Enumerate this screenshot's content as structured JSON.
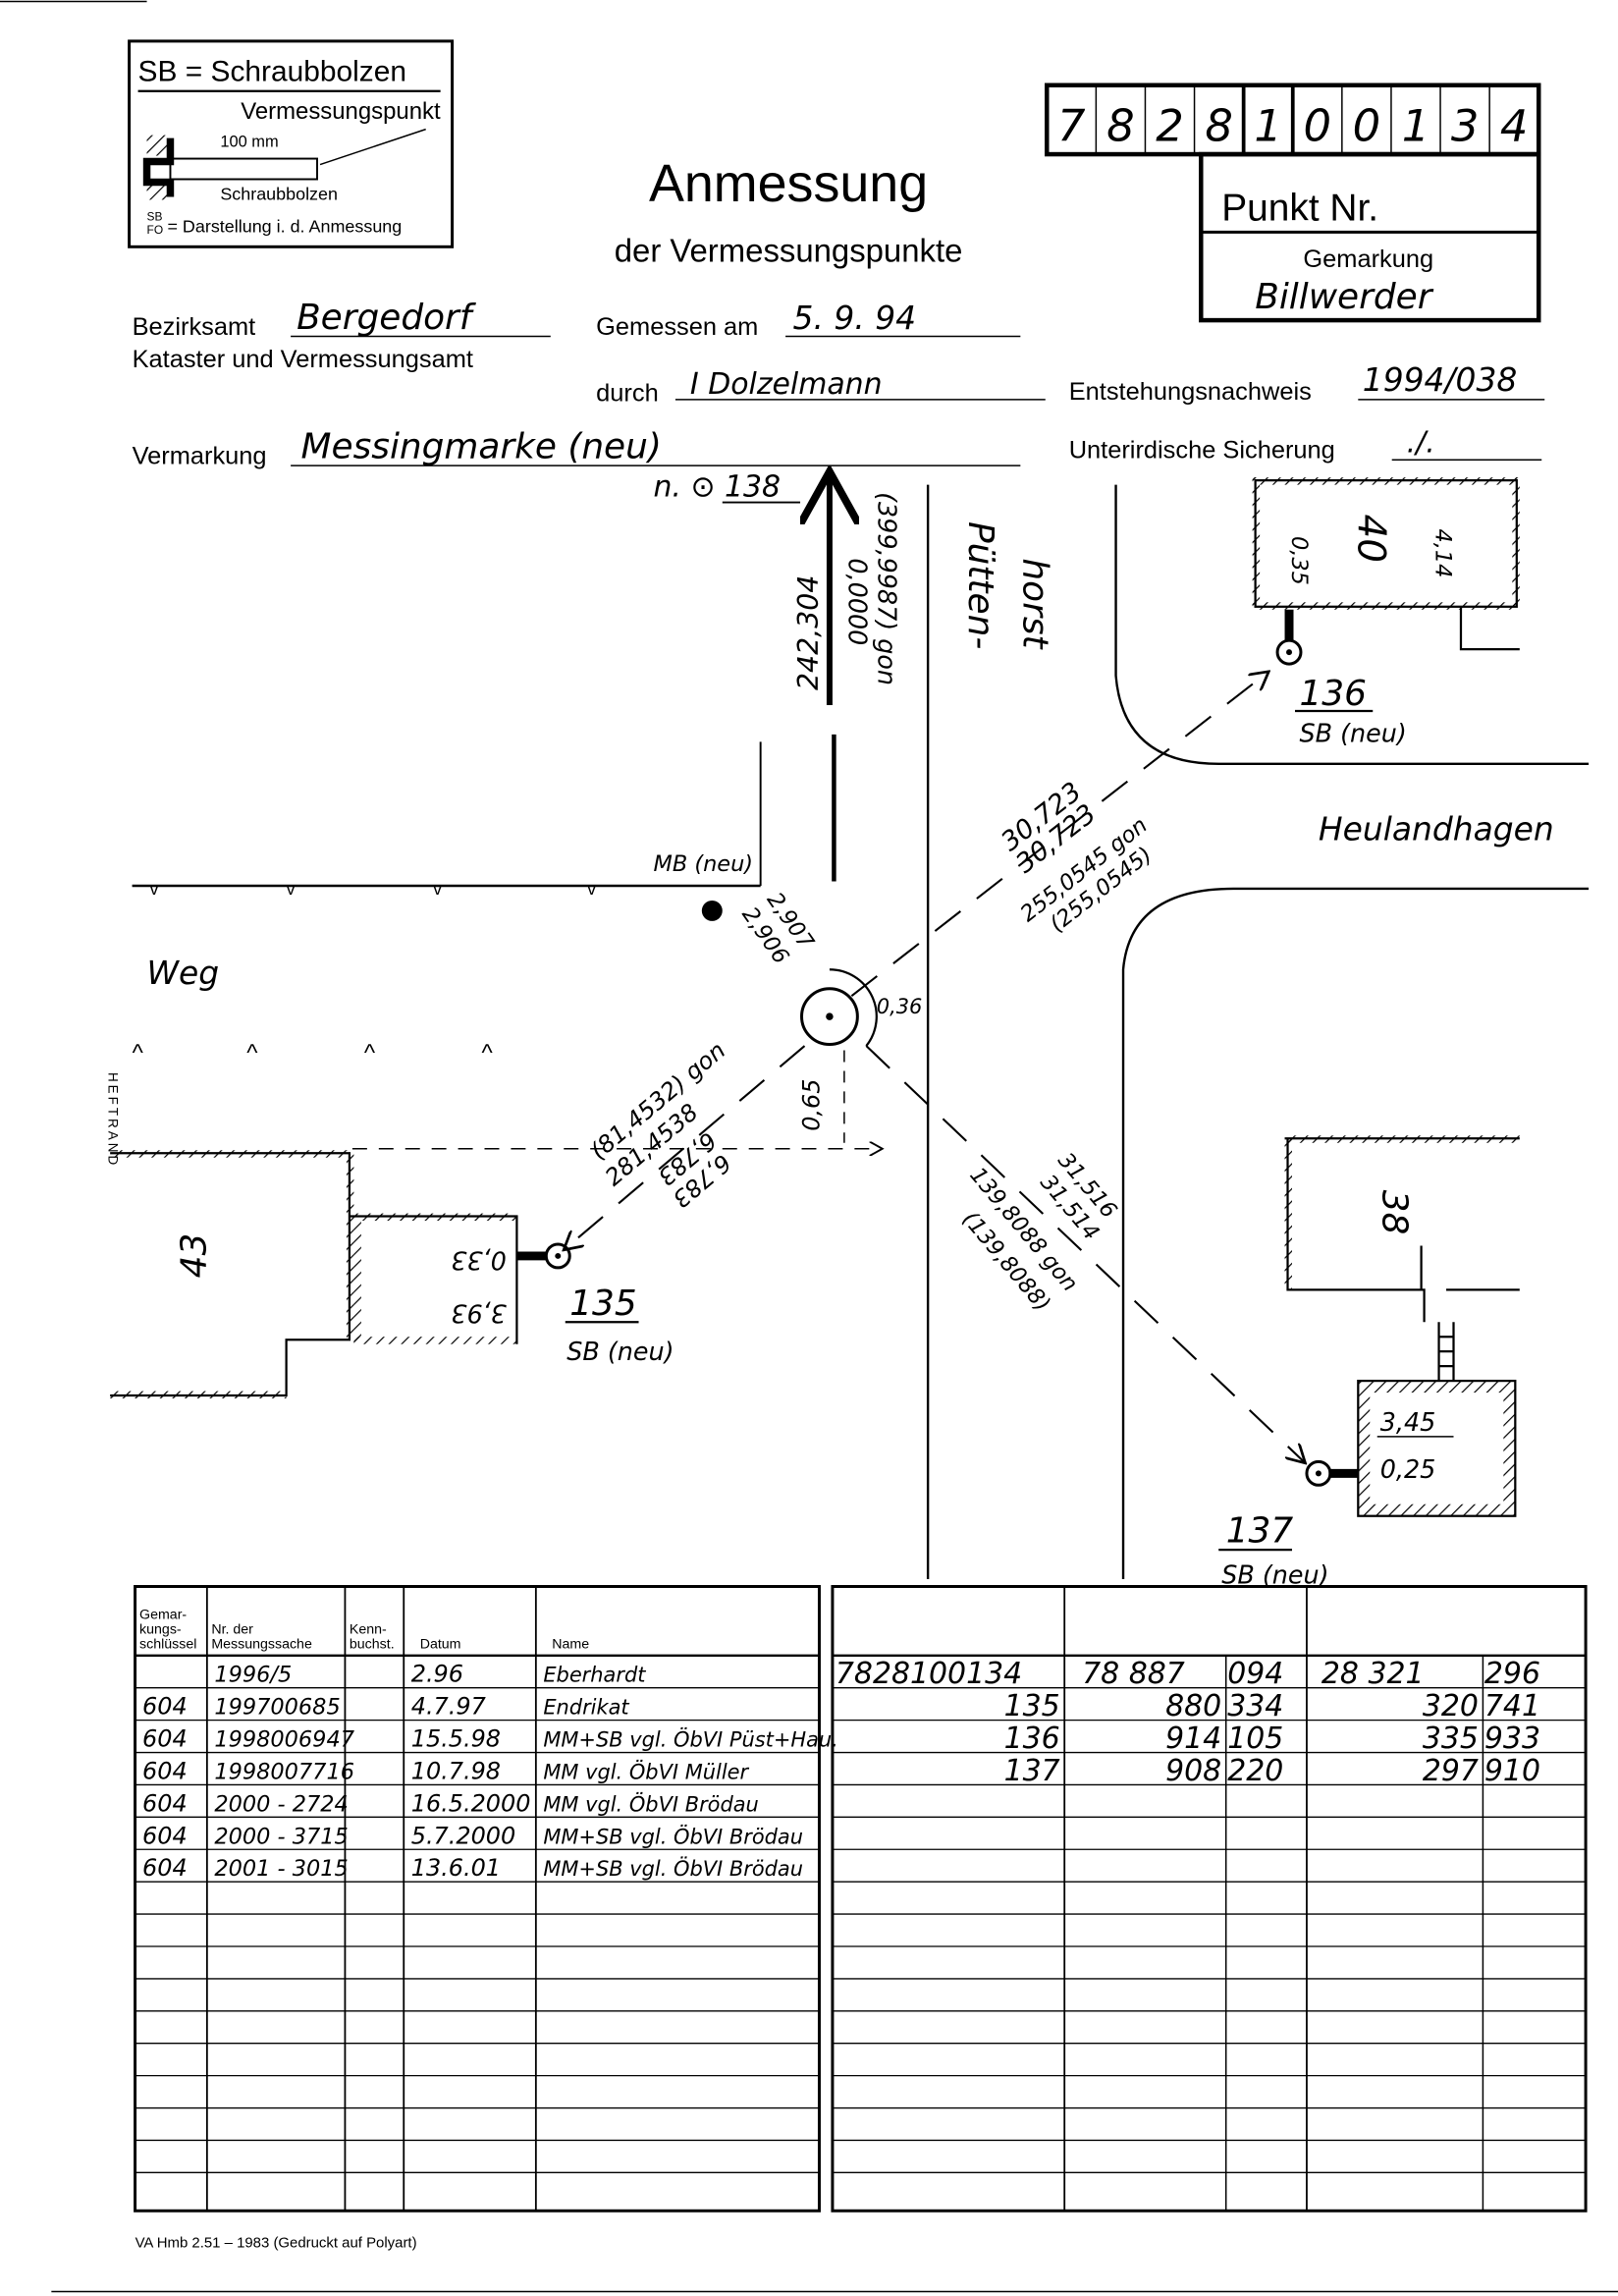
{
  "legend": {
    "title": "SB = Schraubbolzen",
    "point_label": "Vermessungspunkt",
    "length": "100 mm",
    "bolt_label": "Schraubbolzen",
    "symbol_top": "SB",
    "symbol_bottom": "FO",
    "symbol_text": "= Darstellung i. d. Anmessung"
  },
  "header": {
    "title": "Anmessung",
    "subtitle": "der Vermessungspunkte"
  },
  "punkt": {
    "digits": [
      "7",
      "8",
      "2",
      "8",
      "1",
      "0",
      "0",
      "1",
      "3",
      "4"
    ],
    "label": "Punkt Nr.",
    "gemarkung_label": "Gemarkung",
    "gemarkung_value": "Billwerder"
  },
  "form": {
    "bezirksamt_label": "Bezirksamt",
    "bezirksamt_value": "Bergedorf",
    "kataster_label": "Kataster und Vermessungsamt",
    "gemessen_label": "Gemessen am",
    "gemessen_value": "5. 9. 94",
    "durch_label": "durch",
    "durch_value": "I  Dolzelmann",
    "entstehung_label": "Entstehungsnachweis",
    "entstehung_value": "1994/038",
    "vermarkung_label": "Vermarkung",
    "vermarkung_value": "Messingmarke (neu)",
    "sicherung_label": "Unterirdische Sicherung",
    "sicherung_value": "./."
  },
  "sketch": {
    "north_ref": "n. ⊙ 138",
    "dist_138": "242,304",
    "angle_138": "0,0000",
    "angle_138_alt": "(399,9987) gon",
    "street_1a": "Pütten-",
    "street_1b": "horst",
    "street_2": "Heulandhagen",
    "path": "Weg",
    "mb_label": "MB (neu)",
    "mb_dist_a": "2,907",
    "mb_dist_b": "2,906",
    "offset_036": "0,36",
    "offset_065": "0,65",
    "dist_136_a": "30,723",
    "dist_136_b": "30,723",
    "angle_136": "255,0545 gon",
    "angle_136_alt": "(255,0545)",
    "dist_135_a": "6,783",
    "dist_135_b": "6,783",
    "angle_135": "281,4538",
    "angle_135_alt": "(81,4532) gon",
    "dist_137_a": "31,516",
    "dist_137_b": "31,514",
    "angle_137": "139,8088 gon",
    "angle_137_alt": "(139,8088)",
    "house_43": "43",
    "house_40": "40",
    "house_38": "38",
    "m_033": "0,33",
    "m_393": "3,93",
    "m_035": "0,35",
    "m_414": "4,14",
    "m_345": "3,45",
    "m_025": "0,25",
    "p135": "135",
    "p136": "136",
    "p137": "137",
    "sb_new": "SB (neu)",
    "heftrand": "HEFTRAND"
  },
  "history_table": {
    "headers": [
      "Gemar-\nkungs-\nschlüssel",
      "Nr. der\nMessungssache",
      "Kenn-\nbuchst.",
      "Datum",
      "Name"
    ],
    "rows": [
      [
        "",
        "1996/5",
        "",
        "2.96",
        "Eberhardt"
      ],
      [
        "604",
        "199700685",
        "",
        "4.7.97",
        "Endrikat"
      ],
      [
        "604",
        "1998006947",
        "",
        "15.5.98",
        "MM+SB vgl. ÖbVI Püst+Hau."
      ],
      [
        "604",
        "1998007716",
        "",
        "10.7.98",
        "MM vgl. ÖbVI Müller"
      ],
      [
        "604",
        "2000 - 2724",
        "",
        "16.5.2000",
        "MM vgl. ÖbVI Brödau"
      ],
      [
        "604",
        "2000 - 3715",
        "",
        "5.7.2000",
        "MM+SB vgl. ÖbVI Brödau"
      ],
      [
        "604",
        "2001 - 3015",
        "",
        "13.6.01",
        "MM+SB vgl. ÖbVI Brödau"
      ]
    ]
  },
  "coord_table": {
    "rows": [
      [
        "7828100134",
        "78 887",
        "094",
        "28 321",
        "296"
      ],
      [
        "135",
        "880",
        "334",
        "320",
        "741"
      ],
      [
        "136",
        "914",
        "105",
        "335",
        "933"
      ],
      [
        "137",
        "908",
        "220",
        "297",
        "910"
      ]
    ]
  },
  "footer": "VA Hmb 2.51 – 1983 (Gedruckt auf Polyart)"
}
